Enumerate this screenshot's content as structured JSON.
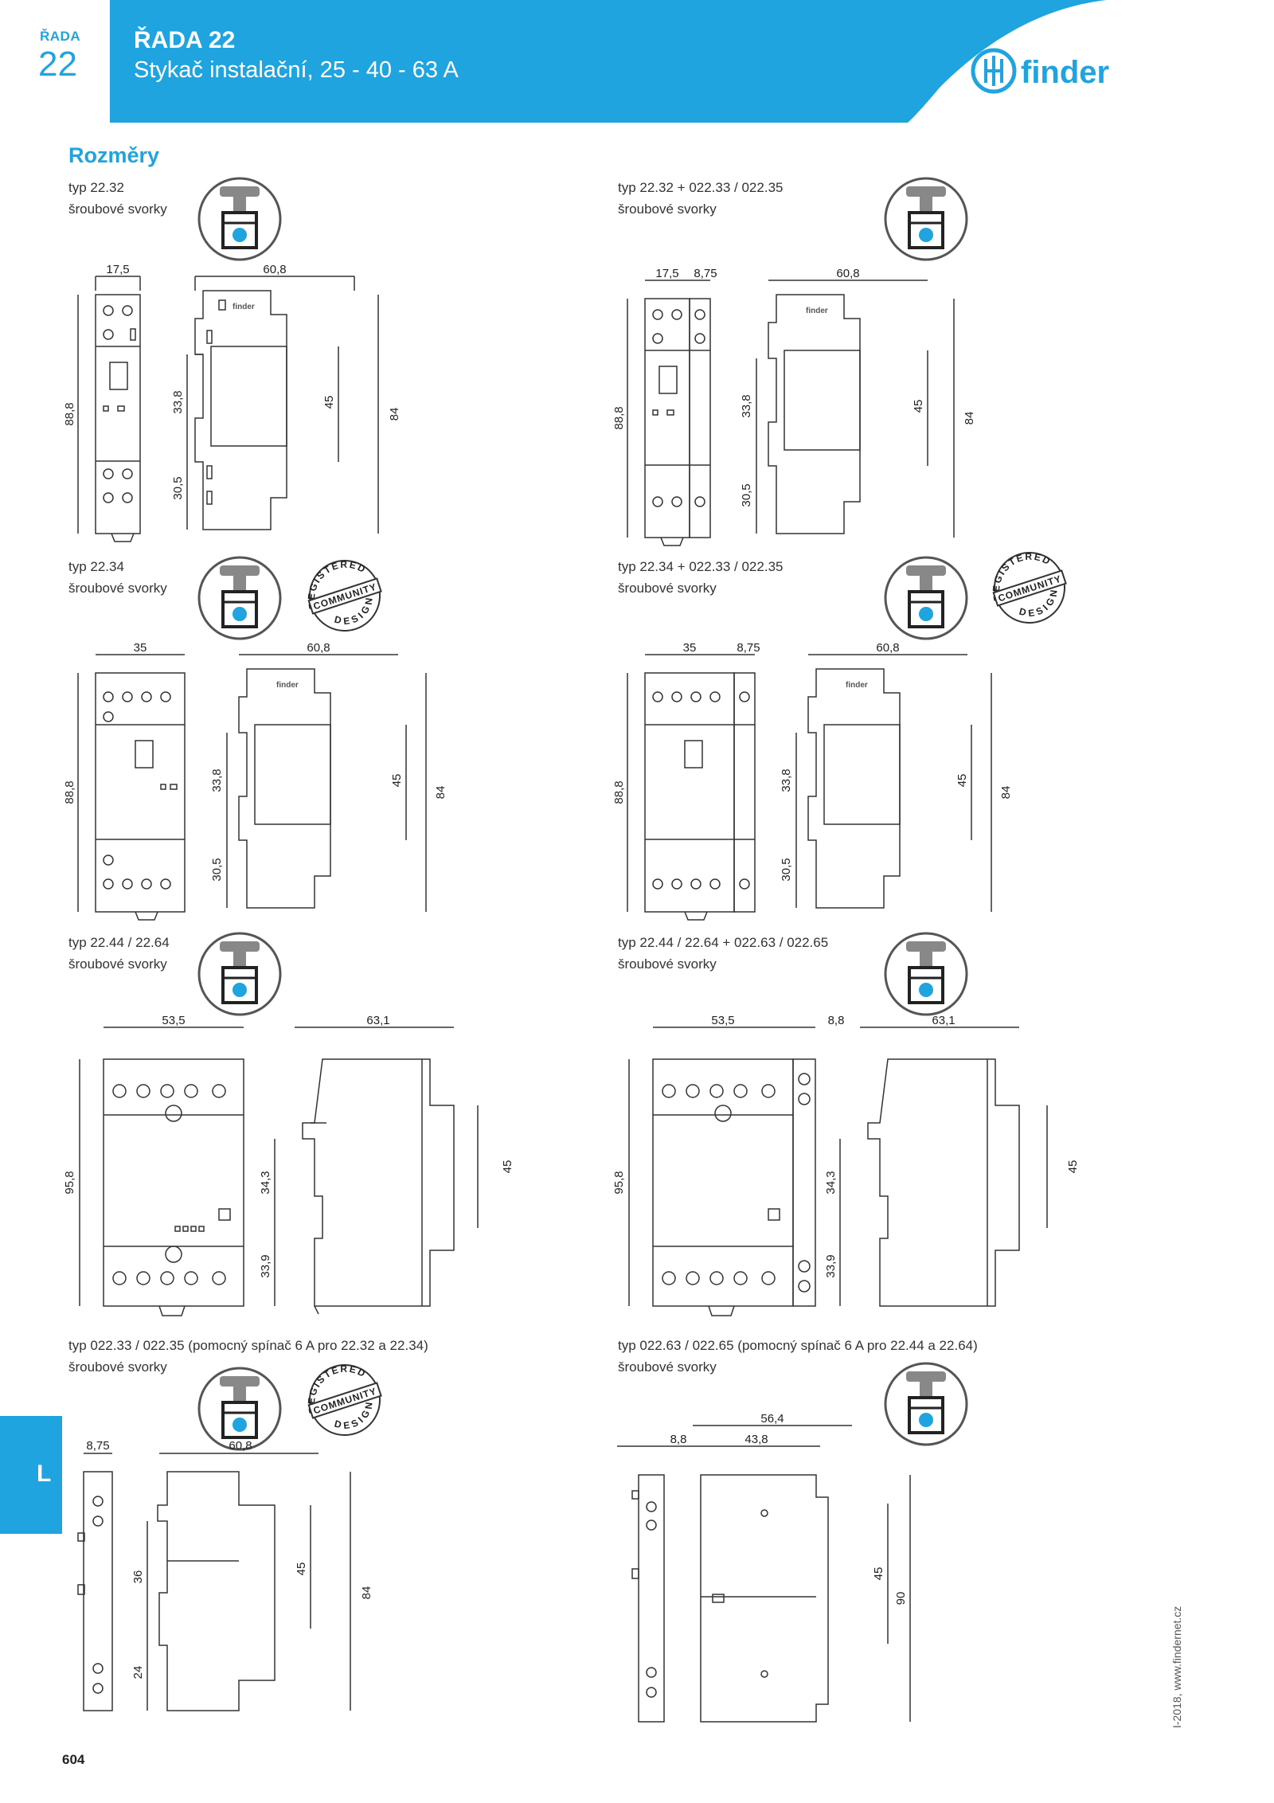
{
  "header": {
    "series_word": "ŘADA",
    "series_number": "22",
    "title": "ŘADA 22",
    "subtitle": "Stykač instalační, 25 - 40 - 63 A",
    "brand": "finder",
    "band_color": "#1fa4df"
  },
  "section_title": "Rozměry",
  "blocks": [
    {
      "type_label": "typ 22.32",
      "terminal_label": "šroubové svorky",
      "dims": {
        "w1": "17,5",
        "w2": "60,8",
        "h_total": "88,8",
        "h_upper": "33,8",
        "h_lower": "30,5",
        "h_mid": "45",
        "h_right": "84"
      }
    },
    {
      "type_label": "typ 22.32 + 022.33 / 022.35",
      "terminal_label": "šroubové svorky",
      "dims": {
        "w1": "17,5",
        "w1b": "8,75",
        "w2": "60,8",
        "h_total": "88,8",
        "h_upper": "33,8",
        "h_lower": "30,5",
        "h_mid": "45",
        "h_right": "84"
      }
    },
    {
      "type_label": "typ 22.34",
      "terminal_label": "šroubové svorky",
      "dims": {
        "w1": "35",
        "w2": "60,8",
        "h_total": "88,8",
        "h_upper": "33,8",
        "h_lower": "30,5",
        "h_mid": "45",
        "h_right": "84"
      }
    },
    {
      "type_label": "typ 22.34 + 022.33 / 022.35",
      "terminal_label": "šroubové svorky",
      "dims": {
        "w1": "35",
        "w1b": "8,75",
        "w2": "60,8",
        "h_total": "88,8",
        "h_upper": "33,8",
        "h_lower": "30,5",
        "h_mid": "45",
        "h_right": "84"
      }
    },
    {
      "type_label": "typ 22.44 / 22.64",
      "terminal_label": "šroubové svorky",
      "dims": {
        "w1": "53,5",
        "w2": "63,1",
        "h_total": "95,8",
        "h_upper": "34,3",
        "h_lower": "33,9",
        "h_mid": "45"
      }
    },
    {
      "type_label": "typ 22.44 / 22.64 + 022.63 / 022.65",
      "terminal_label": "šroubové svorky",
      "dims": {
        "w1": "53,5",
        "w1b": "8,8",
        "w2": "63,1",
        "h_total": "95,8",
        "h_upper": "34,3",
        "h_lower": "33,9",
        "h_mid": "45"
      }
    },
    {
      "type_label": "typ 022.33 / 022.35 (pomocný spínač 6 A pro 22.32 a 22.34)",
      "terminal_label": "šroubové svorky",
      "dims": {
        "w1": "8,75",
        "w2": "60,8",
        "h_upper": "36",
        "h_lower": "24",
        "h_mid": "45",
        "h_right": "84"
      }
    },
    {
      "type_label": "typ 022.63 / 022.65 (pomocný spínač 6 A pro 22.44 a 22.64)",
      "terminal_label": "šroubové svorky",
      "dims": {
        "w1": "8,8",
        "w2": "43,8",
        "w3": "56,4",
        "h_mid": "45",
        "h_right": "90"
      }
    }
  ],
  "badge_text": {
    "top": "REGISTERED",
    "middle": "COMMUNITY",
    "bottom": "DESIGN"
  },
  "device_logo": "finder",
  "side_tab": "L",
  "page_number": "604",
  "footer_note": "I-2018, www.findernet.cz"
}
